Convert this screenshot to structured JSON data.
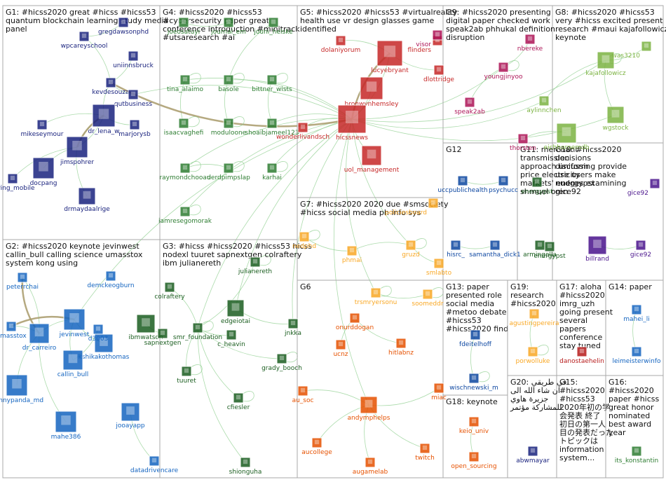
{
  "groups": [
    {
      "id": "G1",
      "title": [
        "G1: #hicss2020 great #hicss #hicss53",
        "quantum blockchain learning study media",
        "panel"
      ]
    },
    {
      "id": "G2",
      "title": [
        "G2: #hicss2020 keynote jevinwest",
        "callin_bull calling science umasstox",
        "system kong using"
      ]
    },
    {
      "id": "G3",
      "title": [
        "G3: #hicss #hicss2020 #hicss53 hicss",
        "nodexl tuuret sapnextgen colraftery",
        "ibm julianereth"
      ]
    },
    {
      "id": "G4",
      "title": [
        "G4: #hicss2020 #hicss53",
        "#cybersecurity paper great",
        "conference introduction #minitrack",
        "#utsaresearch #ai"
      ]
    },
    {
      "id": "G5",
      "title": [
        "G5: #hicss2020 #hicss53 #virtualreality",
        "health use vr design glasses game",
        "identified"
      ]
    },
    {
      "id": "G6",
      "title": [
        "G6"
      ]
    },
    {
      "id": "G7",
      "title": [
        "G7: #hicss2020 2020 due #smsociety",
        "#hicss social media ph info sys"
      ]
    },
    {
      "id": "G8",
      "title": [
        "G8: #hicss2020 #hicss53",
        "very #hicss excited present",
        "research #maui kajafollowicz",
        "keynote"
      ]
    },
    {
      "id": "G9",
      "title": [
        "G9: #hicss2020 presenting",
        "digital paper checked work",
        "speak2ab phhukal definition",
        "disruption"
      ]
    },
    {
      "id": "G10",
      "title": [
        "G10: #hicss2020",
        "decisions",
        "discussing provide",
        "use users make",
        "nudges examining",
        "gice92"
      ]
    },
    {
      "id": "G11",
      "title": [
        "G11: merchant",
        "transmission",
        "approach uniform",
        "price electricity",
        "markets' energypst",
        "shmuel oren"
      ]
    },
    {
      "id": "G12",
      "title": [
        "G12"
      ]
    },
    {
      "id": "G13",
      "title": [
        "G13: paper",
        "presented role",
        "social media",
        "#metoo debate",
        "#hicss53",
        "#hicss2020 find"
      ]
    },
    {
      "id": "G14",
      "title": [
        "G14: paper"
      ]
    },
    {
      "id": "G15",
      "title": [
        "G15:",
        "#hicss2020",
        "#hicss53",
        "2020年初の学",
        "会発表 終了",
        "初日の第一人",
        "目の発表だった",
        "トピックは",
        "information",
        "system..."
      ]
    },
    {
      "id": "G16",
      "title": [
        "G16:",
        "#hicss2020",
        "paper #hicss",
        "great honor",
        "nominated",
        "best award",
        "year"
      ]
    },
    {
      "id": "G17",
      "title": [
        "G17: aloha",
        "#hicss2020",
        "imrg_uzh",
        "going present",
        "several",
        "papers",
        "conference",
        "stay tuned"
      ]
    },
    {
      "id": "G18",
      "title": [
        "G18: keynote"
      ]
    },
    {
      "id": "G19",
      "title": [
        "G19:",
        "research",
        "#hicss2020"
      ]
    },
    {
      "id": "G20",
      "title": [
        "G20: في طريقي",
        "ان شاء الله الى",
        "جزيرة هاوي",
        "للمشاركة مؤتمر"
      ]
    }
  ],
  "nodes": [
    {
      "id": "wpcareyschool",
      "label": "wpcareyschool",
      "group": "G1"
    },
    {
      "id": "gregdawsonphd",
      "label": "gregdawsonphd",
      "group": "G1"
    },
    {
      "id": "uniinnsbruck",
      "label": "uniinnsbruck",
      "group": "G1"
    },
    {
      "id": "kevdesouza",
      "label": "kevdesouza",
      "group": "G1"
    },
    {
      "id": "qutbusiness",
      "label": "qutbusiness",
      "group": "G1"
    },
    {
      "id": "dr_lena_w",
      "label": "dr_lena_w",
      "group": "G1"
    },
    {
      "id": "mikeseymour",
      "label": "mikeseymour",
      "group": "G1"
    },
    {
      "id": "marjorysb",
      "label": "marjorysb",
      "group": "G1"
    },
    {
      "id": "jimspohrer",
      "label": "jimspohrer",
      "group": "G1"
    },
    {
      "id": "docpang",
      "label": "docpang",
      "group": "G1"
    },
    {
      "id": "caring_mobile",
      "label": "caring_mobile",
      "group": "G1"
    },
    {
      "id": "drmaydaalrige",
      "label": "drmaydaalrige",
      "group": "G1"
    },
    {
      "id": "joeosatuyi",
      "label": "joeosatuyi",
      "group": "G4"
    },
    {
      "id": "journal_em",
      "label": "journal_em",
      "group": "G4"
    },
    {
      "id": "jouni_helske",
      "label": "jouni_helske",
      "group": "G4"
    },
    {
      "id": "tina_alaimo",
      "label": "tina_alaimo",
      "group": "G4"
    },
    {
      "id": "basole",
      "label": "basole",
      "group": "G4"
    },
    {
      "id": "bittner_wists",
      "label": "bittner_wists",
      "group": "G4"
    },
    {
      "id": "isaacvaghefi",
      "label": "isaacvaghefi",
      "group": "G4"
    },
    {
      "id": "moduloone",
      "label": "moduloone",
      "group": "G4"
    },
    {
      "id": "shoaibjameel123",
      "label": "shoaibjameel123",
      "group": "G4"
    },
    {
      "id": "raymondchooau",
      "label": "raymondchooau",
      "group": "G4"
    },
    {
      "id": "derdpimpslap",
      "label": "derdpimpslap",
      "group": "G4"
    },
    {
      "id": "karhai",
      "label": "karhai",
      "group": "G4"
    },
    {
      "id": "iamresegomorak",
      "label": "iamresegomorak",
      "group": "G4"
    },
    {
      "id": "dolaniyorum",
      "label": "dolaniyorum",
      "group": "G5"
    },
    {
      "id": "lucyebryant",
      "label": "lucyebryant",
      "group": "G5"
    },
    {
      "id": "flinders",
      "label": "flinders",
      "group": "G5"
    },
    {
      "id": "dlottridge",
      "label": "dlottridge",
      "group": "G5"
    },
    {
      "id": "bronwynhemsley",
      "label": "bronwynhemsley",
      "group": "G5"
    },
    {
      "id": "wonderlivandsch",
      "label": "wonderlivandsch",
      "group": "G5"
    },
    {
      "id": "hicssnews",
      "label": "hicssnews",
      "group": "G5"
    },
    {
      "id": "uol_management",
      "label": "uol_management",
      "group": "G5"
    },
    {
      "id": "youngjinyoo",
      "label": "youngjinyoo",
      "group": "G9"
    },
    {
      "id": "speak2ab",
      "label": "speak2ab",
      "group": "G9"
    },
    {
      "id": "nbereke",
      "label": "nbereke",
      "group": "G9"
    },
    {
      "id": "thorsten",
      "label": "thorsten",
      "group": "G9"
    },
    {
      "id": "visor",
      "label": "visor",
      "group": "G9"
    },
    {
      "id": "was3210",
      "label": "was3210",
      "group": "G8"
    },
    {
      "id": "kajafollowicz",
      "label": "kajafollowicz",
      "group": "G8"
    },
    {
      "id": "aylinnchen",
      "label": "aylinnchen",
      "group": "G8"
    },
    {
      "id": "wgstock",
      "label": "wgstock",
      "group": "G8"
    },
    {
      "id": "eichhornemdb",
      "label": "eichhornemdb",
      "group": "G8"
    },
    {
      "id": "peterrchai",
      "label": "peterrchai",
      "group": "G2"
    },
    {
      "id": "umasstox",
      "label": "umasstox",
      "group": "G2"
    },
    {
      "id": "dr_carreiro",
      "label": "dr_carreiro",
      "group": "G2"
    },
    {
      "id": "jevinwest",
      "label": "jevinwest",
      "group": "G2"
    },
    {
      "id": "kshikakothomas",
      "label": "kshikakothomas",
      "group": "G2"
    },
    {
      "id": "callin_bull",
      "label": "callin_bull",
      "group": "G2"
    },
    {
      "id": "skinnypanda_md",
      "label": "skinnypanda_md",
      "group": "G2"
    },
    {
      "id": "mahe386",
      "label": "mahe386",
      "group": "G2"
    },
    {
      "id": "jooayapp",
      "label": "jooayapp",
      "group": "G2"
    },
    {
      "id": "datadrivencare",
      "label": "datadrivencare",
      "group": "G2"
    },
    {
      "id": "demckeogburn",
      "label": "demckeogburn",
      "group": "G2"
    },
    {
      "id": "d3003",
      "label": "d3003",
      "group": "G2"
    },
    {
      "id": "julianereth",
      "label": "julianereth",
      "group": "G3"
    },
    {
      "id": "colraftery",
      "label": "colraftery",
      "group": "G3"
    },
    {
      "id": "edgeiotai",
      "label": "edgeiotai",
      "group": "G3"
    },
    {
      "id": "ibmwatson",
      "label": "ibmwatson",
      "group": "G3"
    },
    {
      "id": "smr_foundation",
      "label": "smr_foundation",
      "group": "G3"
    },
    {
      "id": "sapnextgen",
      "label": "sapnextgen",
      "group": "G3"
    },
    {
      "id": "c_heavin",
      "label": "c_heavin",
      "group": "G3"
    },
    {
      "id": "jnkka",
      "label": "jnkka",
      "group": "G3"
    },
    {
      "id": "grady_booch",
      "label": "grady_booch",
      "group": "G3"
    },
    {
      "id": "tuuret",
      "label": "tuuret",
      "group": "G3"
    },
    {
      "id": "cfiesler",
      "label": "cfiesler",
      "group": "G3"
    },
    {
      "id": "shionguha",
      "label": "shionguha",
      "group": "G3"
    },
    {
      "id": "policiesboard",
      "label": "policiesboard",
      "group": "G7"
    },
    {
      "id": "nedphd",
      "label": "nedphd",
      "group": "G7"
    },
    {
      "id": "phmai",
      "label": "phmai",
      "group": "G7"
    },
    {
      "id": "gruzd",
      "label": "gruzd",
      "group": "G7"
    },
    {
      "id": "smlabto",
      "label": "smlabto",
      "group": "G7"
    },
    {
      "id": "trsmryersonu",
      "label": "trsmryersonu",
      "group": "G7"
    },
    {
      "id": "soomeddr",
      "label": "soomeddr",
      "group": "G7"
    },
    {
      "id": "onurddogan",
      "label": "onurddogan",
      "group": "G6"
    },
    {
      "id": "ucnz",
      "label": "ucnz",
      "group": "G6"
    },
    {
      "id": "hitlabnz",
      "label": "hitlabnz",
      "group": "G6"
    },
    {
      "id": "au_soc",
      "label": "au_soc",
      "group": "G6"
    },
    {
      "id": "miac",
      "label": "miac",
      "group": "G6"
    },
    {
      "id": "andymphelps",
      "label": "andymphelps",
      "group": "G6"
    },
    {
      "id": "aucollege",
      "label": "aucollege",
      "group": "G6"
    },
    {
      "id": "twitch",
      "label": "twitch",
      "group": "G6"
    },
    {
      "id": "augamelab",
      "label": "augamelab",
      "group": "G6"
    },
    {
      "id": "uccpublichealth",
      "label": "uccpublichealth",
      "group": "G12"
    },
    {
      "id": "psychucc",
      "label": "psychucc",
      "group": "G12"
    },
    {
      "id": "hisrc",
      "label": "hisrc_",
      "group": "G12"
    },
    {
      "id": "samantha_dick1",
      "label": "samantha_dick1",
      "group": "G12"
    },
    {
      "id": "energypst11",
      "label": "energypst",
      "group": "G11"
    },
    {
      "id": "armingolla",
      "label": "armingolla",
      "group": "G11"
    },
    {
      "id": "energypst",
      "label": "energypst",
      "group": "G11"
    },
    {
      "id": "gice92_top",
      "label": "gice92",
      "group": "G10"
    },
    {
      "id": "billrand",
      "label": "billrand",
      "group": "G10"
    },
    {
      "id": "gice92",
      "label": "gice92",
      "group": "G10"
    },
    {
      "id": "fdeitelhoff",
      "label": "fdeitelhoff",
      "group": "G13"
    },
    {
      "id": "wischnewski_m",
      "label": "wischnewski_m",
      "group": "G13"
    },
    {
      "id": "agustingpereira",
      "label": "agustingpereira",
      "group": "G19"
    },
    {
      "id": "porwolluke",
      "label": "porwolluke",
      "group": "G19"
    },
    {
      "id": "danostaehelin",
      "label": "danostaehelin",
      "group": "G17"
    },
    {
      "id": "mahei_li",
      "label": "mahei_li",
      "group": "G14"
    },
    {
      "id": "leimeisterwinfo",
      "label": "leimeisterwinfo",
      "group": "G14"
    },
    {
      "id": "keio_univ",
      "label": "keio_univ",
      "group": "G18"
    },
    {
      "id": "open_sourcing",
      "label": "open_sourcing",
      "group": "G18"
    },
    {
      "id": "abwmayar",
      "label": "abwmayar",
      "group": "G20"
    },
    {
      "id": "its_konstantin",
      "label": "its_konstantin",
      "group": "G16"
    }
  ],
  "edges": [
    [
      "kevdesouza",
      "dr_lena_w"
    ],
    [
      "kevdesouza",
      "qutbusiness"
    ],
    [
      "wpcareyschool",
      "gregdawsonphd"
    ],
    [
      "kevdesouza",
      "uniinnsbruck"
    ],
    [
      "kevdesouza",
      "wpcareyschool"
    ],
    [
      "dr_lena_w",
      "mikeseymour"
    ],
    [
      "dr_lena_w",
      "marjorysb"
    ],
    [
      "jimspohrer",
      "docpang"
    ],
    [
      "jimspohrer",
      "caring_mobile"
    ],
    [
      "jimspohrer",
      "drmaydaalrige"
    ],
    [
      "dr_lena_w",
      "jimspohrer"
    ],
    [
      "jimspohrer",
      "dr_lena_w"
    ],
    [
      "hicssnews",
      "wonderlivandsch"
    ],
    [
      "hicssnews",
      "lucyebryant"
    ],
    [
      "hicssnews",
      "bronwynhemsley"
    ],
    [
      "hicssnews",
      "uol_management"
    ],
    [
      "lucyebryant",
      "dolaniyorum"
    ],
    [
      "lucyebryant",
      "dlottridge"
    ],
    [
      "hicssnews",
      "qutbusiness"
    ],
    [
      "hicssnews",
      "tina_alaimo"
    ],
    [
      "hicssnews",
      "basole"
    ],
    [
      "hicssnews",
      "jevinwest"
    ],
    [
      "hicssnews",
      "smr_foundation"
    ],
    [
      "hicssnews",
      "edgeiotai"
    ],
    [
      "hicssnews",
      "youngjinyoo"
    ],
    [
      "hicssnews",
      "kajafollowicz"
    ],
    [
      "hicssnews",
      "andymphelps"
    ],
    [
      "hicssnews",
      "gruzd"
    ],
    [
      "hicssnews",
      "trsmryersonu"
    ],
    [
      "hicssnews",
      "jnkka"
    ],
    [
      "hicssnews",
      "wgstock"
    ],
    [
      "hicssnews",
      "aylinnchen"
    ],
    [
      "hicssnews",
      "iamresegomorak"
    ],
    [
      "hicssnews",
      "raymondchooau"
    ],
    [
      "hicssnews",
      "karhai"
    ],
    [
      "hicssnews",
      "shoaibjameel123"
    ],
    [
      "youngjinyoo",
      "speak2ab"
    ],
    [
      "youngjinyoo",
      "nbereke"
    ],
    [
      "kajafollowicz",
      "was3210"
    ],
    [
      "kajafollowicz",
      "aylinnchen"
    ],
    [
      "kajafollowicz",
      "wgstock"
    ],
    [
      "eichhornemdb",
      "thorsten"
    ],
    [
      "jevinwest",
      "callin_bull"
    ],
    [
      "jevinwest",
      "dr_carreiro"
    ],
    [
      "jevinwest",
      "kshikakothomas"
    ],
    [
      "dr_carreiro",
      "umasstox"
    ],
    [
      "dr_carreiro",
      "peterrchai"
    ],
    [
      "dr_carreiro",
      "skinnypanda_md"
    ],
    [
      "dr_carreiro",
      "mahe386"
    ],
    [
      "jooayapp",
      "datadrivencare"
    ],
    [
      "callin_bull",
      "d3003"
    ],
    [
      "ibmwatson",
      "sapnextgen"
    ],
    [
      "smr_foundation",
      "colraftery"
    ],
    [
      "smr_foundation",
      "julianereth"
    ],
    [
      "smr_foundation",
      "c_heavin"
    ],
    [
      "smr_foundation",
      "grady_booch"
    ],
    [
      "smr_foundation",
      "tuuret"
    ],
    [
      "smr_foundation",
      "cfiesler"
    ],
    [
      "smr_foundation",
      "shionguha"
    ],
    [
      "edgeiotai",
      "jnkka"
    ],
    [
      "gruzd",
      "phmai"
    ],
    [
      "gruzd",
      "smlabto"
    ],
    [
      "trsmryersonu",
      "soomeddr"
    ],
    [
      "nedphd",
      "phmai"
    ],
    [
      "andymphelps",
      "au_soc"
    ],
    [
      "andymphelps",
      "aucollege"
    ],
    [
      "andymphelps",
      "twitch"
    ],
    [
      "andymphelps",
      "augamelab"
    ],
    [
      "andymphelps",
      "miac"
    ],
    [
      "onurddogan",
      "ucnz"
    ],
    [
      "onurddogan",
      "hitlabnz"
    ],
    [
      "uccpublichealth",
      "psychucc"
    ],
    [
      "hisrc",
      "samantha_dick1"
    ],
    [
      "armingolla",
      "energypst"
    ],
    [
      "billrand",
      "gice92"
    ],
    [
      "fdeitelhoff",
      "wischnewski_m"
    ],
    [
      "agustingpereira",
      "porwolluke"
    ],
    [
      "mahei_li",
      "leimeisterwinfo"
    ],
    [
      "keio_univ",
      "open_sourcing"
    ],
    [
      "tina_alaimo",
      "isaacvaghefi"
    ],
    [
      "basole",
      "moduloone"
    ],
    [
      "bittner_wists",
      "shoaibjameel123"
    ],
    [
      "joeosatuyi",
      "journal_em"
    ],
    [
      "jouni_helske",
      "basole"
    ],
    [
      "derdpimpslap",
      "raymondchooau"
    ]
  ],
  "strong_edges": [
    [
      "kevdesouza",
      "hicssnews"
    ],
    [
      "peterrchai",
      "dr_carreiro"
    ],
    [
      "jevinwest",
      "umasstox"
    ],
    [
      "lucyebryant",
      "hicssnews"
    ],
    [
      "dr_lena_w",
      "jimspohrer"
    ]
  ],
  "palette": {
    "G1": "#1a237e",
    "G2": "#1565c0",
    "G3": "#1b5e20",
    "G4": "#2e7d32",
    "G5": "#c62828",
    "G6": "#e65100",
    "G7": "#f9a825",
    "G8": "#7cb342",
    "G9": "#ad1457",
    "G10": "#4a148c",
    "G11": "#1b5e20",
    "G12": "#0d47a1",
    "G13": "#0d47a1",
    "G14": "#1565c0",
    "G15": "#1a237e",
    "G16": "#2e7d32",
    "G17": "#b71c1c",
    "G18": "#e65100",
    "G19": "#f9a825",
    "G20": "#1a237e"
  }
}
